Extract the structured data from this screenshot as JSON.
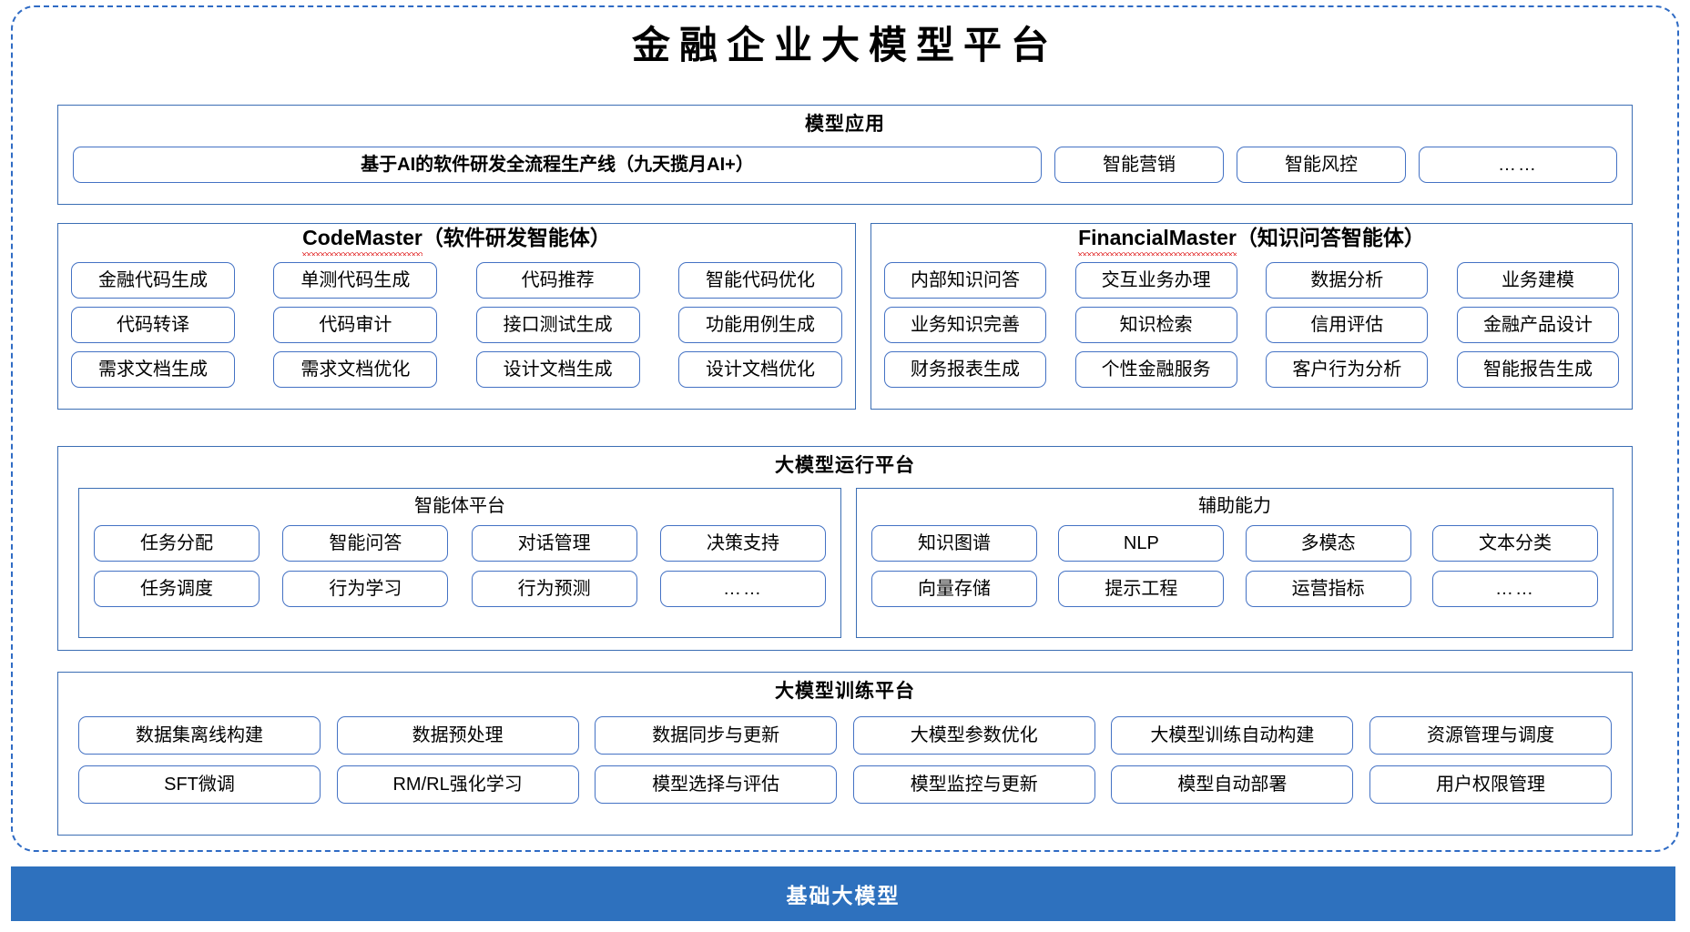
{
  "page": {
    "title": "金融企业大模型平台"
  },
  "colors": {
    "frame_border": "#2F6BC4",
    "panel_border": "#3B6EB4",
    "pill_border": "#4472C4",
    "base_bar_bg": "#2E71BE",
    "spellcheck_underline": "#E02020",
    "text": "#000000"
  },
  "applications": {
    "title": "模型应用",
    "flagship": "基于AI的软件研发全流程生产线（九天揽月AI+）",
    "items": [
      "智能营销",
      "智能风控"
    ],
    "more": "……"
  },
  "agents": {
    "code_master": {
      "name": "CodeMaster",
      "suffix": "（软件研发智能体）",
      "rows": [
        [
          "金融代码生成",
          "单测代码生成",
          "代码推荐",
          "智能代码优化"
        ],
        [
          "代码转译",
          "代码审计",
          "接口测试生成",
          "功能用例生成"
        ],
        [
          "需求文档生成",
          "需求文档优化",
          "设计文档生成",
          "设计文档优化"
        ]
      ]
    },
    "financial_master": {
      "name": "FinancialMaster",
      "suffix": "（知识问答智能体）",
      "rows": [
        [
          "内部知识问答",
          "交互业务办理",
          "数据分析",
          "业务建模"
        ],
        [
          "业务知识完善",
          "知识检索",
          "信用评估",
          "金融产品设计"
        ],
        [
          "财务报表生成",
          "个性金融服务",
          "客户行为分析",
          "智能报告生成"
        ]
      ]
    }
  },
  "run_platform": {
    "title": "大模型运行平台",
    "agent_platform": {
      "title": "智能体平台",
      "rows": [
        [
          "任务分配",
          "智能问答",
          "对话管理",
          "决策支持"
        ],
        [
          "任务调度",
          "行为学习",
          "行为预测",
          "……"
        ]
      ]
    },
    "assist_ability": {
      "title": "辅助能力",
      "rows": [
        [
          "知识图谱",
          "NLP",
          "多模态",
          "文本分类"
        ],
        [
          "向量存储",
          "提示工程",
          "运营指标",
          "……"
        ]
      ]
    }
  },
  "train_platform": {
    "title": "大模型训练平台",
    "rows": [
      [
        "数据集离线构建",
        "数据预处理",
        "数据同步与更新",
        "大模型参数优化",
        "大模型训练自动构建",
        "资源管理与调度"
      ],
      [
        "SFT微调",
        "RM/RL强化学习",
        "模型选择与评估",
        "模型监控与更新",
        "模型自动部署",
        "用户权限管理"
      ]
    ]
  },
  "base_model": {
    "label": "基础大模型"
  }
}
